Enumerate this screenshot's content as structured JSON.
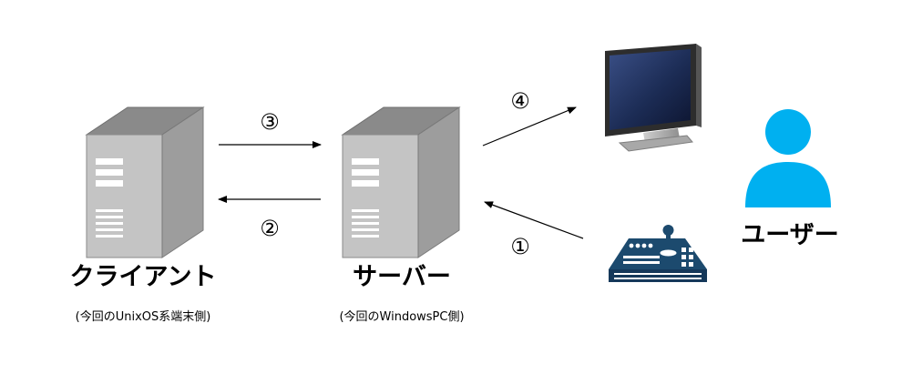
{
  "client": {
    "name": "クライアント",
    "note": "(今回のUnixOS系端末側)"
  },
  "server": {
    "name": "サーバー",
    "note": "(今回のWindowsPC側)"
  },
  "user": {
    "name": "ユーザー"
  },
  "steps": {
    "step1": "①",
    "step2": "②",
    "step3": "③",
    "step4": "④"
  },
  "icons": {
    "client": "server-tower-icon",
    "server": "server-tower-icon",
    "monitor": "monitor-icon",
    "controller": "joystick-controller-icon",
    "user": "user-icon"
  },
  "colors": {
    "server_top": "#8a8a8a",
    "server_front": "#bfbfbf",
    "server_side": "#9e9e9e",
    "controller": "#1c4a6e",
    "user": "#00b0f0"
  }
}
